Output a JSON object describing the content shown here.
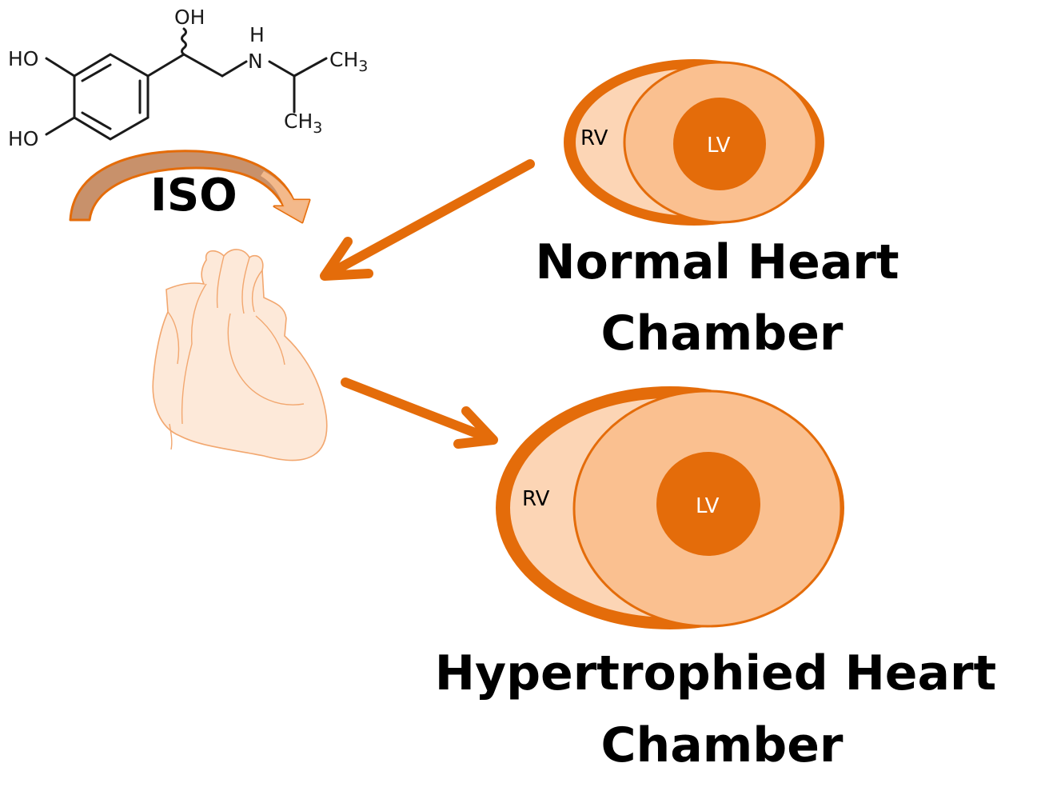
{
  "molecule": {
    "oh_top": "OH",
    "ho_upper": "HO",
    "ho_lower": "HO",
    "n_atom": "N",
    "h_atom": "H",
    "ch3_upper": "CH",
    "ch3_lower": "CH",
    "subscript_3": "3"
  },
  "drug_label": "ISO",
  "normal_chamber": {
    "rv_label": "RV",
    "lv_label": "LV",
    "title_line1": "Normal Heart",
    "title_line2": "Chamber"
  },
  "hypertrophied_chamber": {
    "rv_label": "RV",
    "lv_label": "LV",
    "title_line1": "Hypertrophied Heart",
    "title_line2": "Chamber"
  },
  "colors": {
    "accent": "#E46C0A",
    "chamber_fill": "#FAC090",
    "rv_fill": "#FCD5B5",
    "heart_fill": "#FDE9D9",
    "arrow_tan": "#C8916B"
  }
}
